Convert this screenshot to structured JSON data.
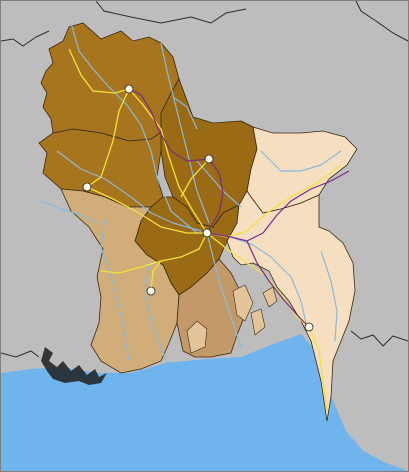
{
  "map": {
    "colors": {
      "land_gray": "#bdbdbd",
      "sea": "#6fb4ec",
      "region_dark": "#9b6a14",
      "region_medium": "#a8751f",
      "region_light": "#d1ad7a",
      "region_very_light": "#e3c49b",
      "region_pale": "#f6dfc0",
      "river": "#8ab9dc",
      "railway": "#7a2a8a",
      "highway": "#f1e33a",
      "border": "#2c2c2c",
      "city": "#fffbe6"
    },
    "cities": [
      {
        "id": "city-rajshahi"
      },
      {
        "id": "city-rangpur"
      },
      {
        "id": "city-mymensingh"
      },
      {
        "id": "city-dhaka"
      },
      {
        "id": "city-khulna"
      },
      {
        "id": "city-chittagong"
      }
    ]
  }
}
